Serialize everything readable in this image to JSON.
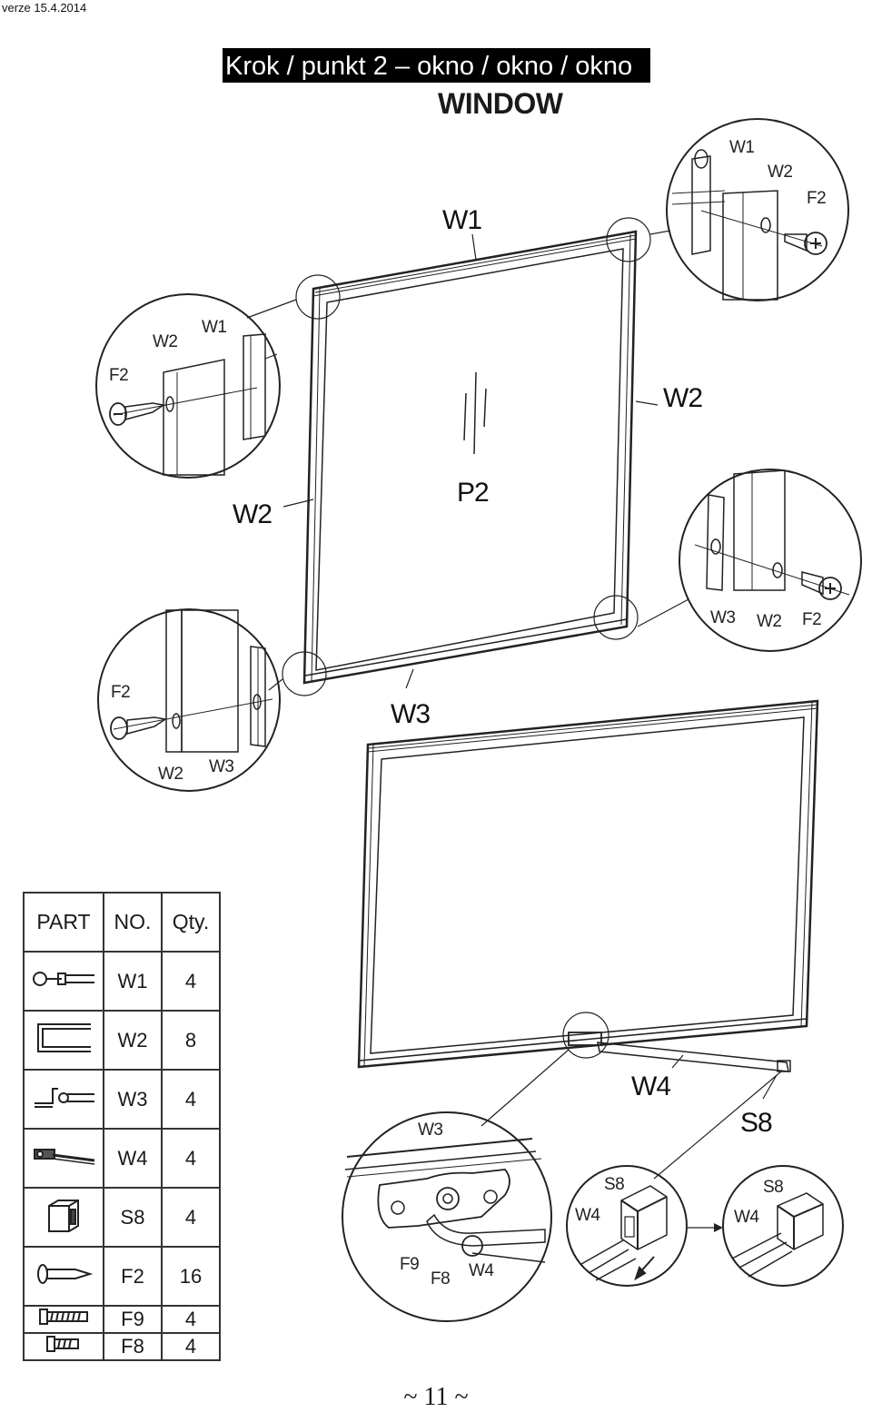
{
  "header": {
    "version": "verze 15.4.2014",
    "title": "Krok / punkt 2 – okno / okno / okno",
    "subtitle": "WINDOW"
  },
  "labels": {
    "w1": "W1",
    "w2": "W2",
    "w3": "W3",
    "w4": "W4",
    "p2": "P2",
    "s8": "S8",
    "f2": "F2",
    "f8": "F8",
    "f9": "F9"
  },
  "parts_table": {
    "headers": [
      "PART",
      "NO.",
      "Qty."
    ],
    "rows": [
      {
        "icon": "w1-part-icon",
        "no": "W1",
        "qty": "4"
      },
      {
        "icon": "w2-part-icon",
        "no": "W2",
        "qty": "8"
      },
      {
        "icon": "w3-part-icon",
        "no": "W3",
        "qty": "4"
      },
      {
        "icon": "w4-part-icon",
        "no": "W4",
        "qty": "4"
      },
      {
        "icon": "s8-part-icon",
        "no": "S8",
        "qty": "4"
      },
      {
        "icon": "f2-part-icon",
        "no": "F2",
        "qty": "16"
      },
      {
        "icon": "f9-part-icon",
        "no": "F9",
        "qty": "4"
      },
      {
        "icon": "f8-part-icon",
        "no": "F8",
        "qty": "4"
      }
    ]
  },
  "footer": {
    "page_number": "~ 11 ~"
  }
}
